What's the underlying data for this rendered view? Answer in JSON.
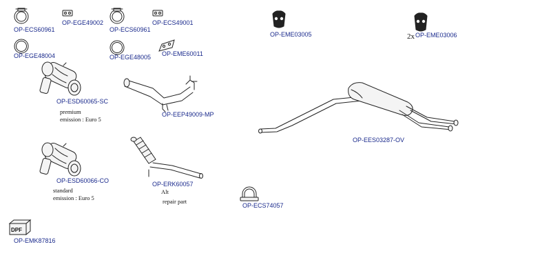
{
  "colors": {
    "code_text": "#1a2a8c",
    "note_text": "#111111",
    "line": "#222222",
    "background": "#ffffff"
  },
  "parts": [
    {
      "id": "ecs60961_a",
      "code": "OP-ECS60961",
      "icon": "clamp-ring-icon"
    },
    {
      "id": "ege49002",
      "code": "OP-EGE49002",
      "icon": "gasket-plate-icon"
    },
    {
      "id": "ecs60961_b",
      "code": "OP-ECS60961",
      "icon": "clamp-ring-icon"
    },
    {
      "id": "ecs49001",
      "code": "OP-ECS49001",
      "icon": "gasket-plate-icon"
    },
    {
      "id": "eme03005",
      "code": "OP-EME03005",
      "icon": "rubber-hanger-icon"
    },
    {
      "id": "eme03006",
      "code": "OP-EME03006",
      "icon": "rubber-hanger-icon",
      "quantity": "2x"
    },
    {
      "id": "ege48004",
      "code": "OP-EGE48004",
      "icon": "ring-gasket-icon"
    },
    {
      "id": "ege48005",
      "code": "OP-EGE48005",
      "icon": "ring-gasket-icon"
    },
    {
      "id": "eme60011",
      "code": "OP-EME60011",
      "icon": "mounting-bracket-icon"
    },
    {
      "id": "esd60065",
      "code": "OP-ESD60065-SC",
      "icon": "dpf-catalyst-icon",
      "notes": [
        "premium",
        "emission : Euro 5"
      ]
    },
    {
      "id": "eep49009",
      "code": "OP-EEP49009-MP",
      "icon": "front-pipe-icon"
    },
    {
      "id": "ees03287",
      "code": "OP-EES03287-OV",
      "icon": "rear-silencer-icon"
    },
    {
      "id": "esd60066",
      "code": "OP-ESD60066-CO",
      "icon": "dpf-catalyst-icon",
      "notes": [
        "standard",
        "emission : Euro 5"
      ]
    },
    {
      "id": "erk60057",
      "code": "OP-ERK60057",
      "icon": "flex-pipe-icon",
      "notes": [
        "Alt",
        "repair part"
      ]
    },
    {
      "id": "ecs74057",
      "code": "OP-ECS74057",
      "icon": "u-clamp-icon"
    },
    {
      "id": "emk87816",
      "code": "OP-EMK87816",
      "icon": "dpf-box-icon",
      "label": "DPF"
    }
  ]
}
